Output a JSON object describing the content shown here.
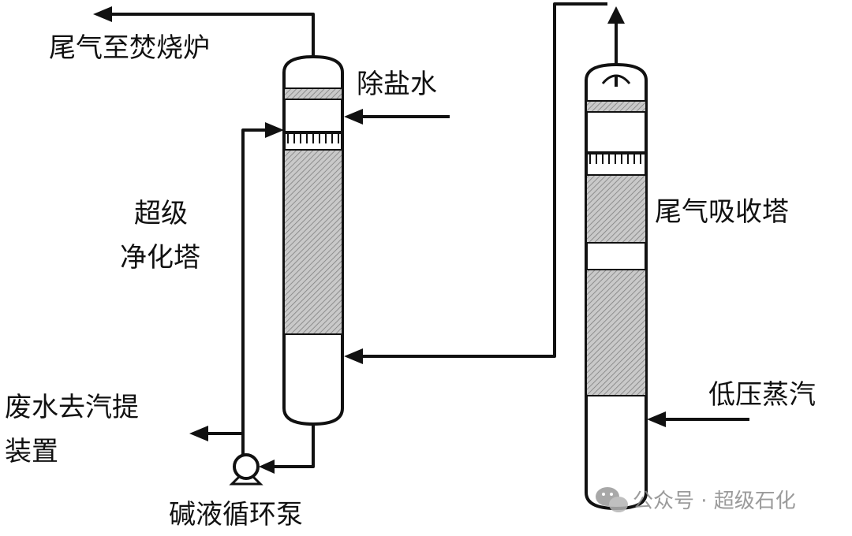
{
  "labels": {
    "exhaust_to_incinerator": "尾气至焚烧炉",
    "demineralized_water": "除盐水",
    "super_purification_tower_line1": "超级",
    "super_purification_tower_line2": "净化塔",
    "tail_gas_absorption_tower": "尾气吸收塔",
    "low_pressure_steam": "低压蒸汽",
    "wastewater_line1": "废水去汽提",
    "wastewater_line2": "装置",
    "caustic_circulation_pump": "碱液循环泵"
  },
  "watermark": {
    "text": "公众号 · 超级石化",
    "icon": "wechat-icon"
  },
  "colors": {
    "line": "#111111",
    "packing_hatch": "#9a9a9a",
    "watermark": "#8a8a8a"
  }
}
